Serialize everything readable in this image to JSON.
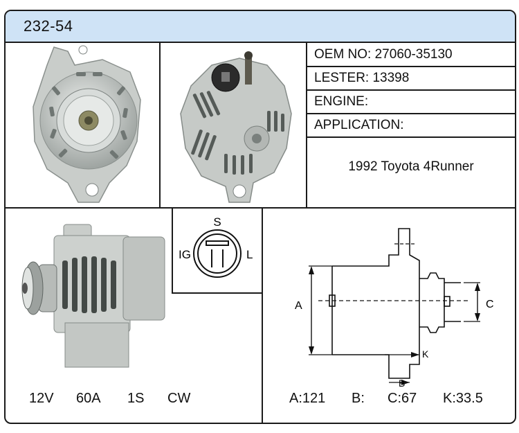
{
  "header": {
    "part_number": "232-54"
  },
  "info": {
    "oem": "OEM NO: 27060-35130",
    "lester": "LESTER: 13398",
    "engine": "ENGINE:",
    "application_label": "APPLICATION:",
    "application_value": "1992 Toyota 4Runner"
  },
  "connector": {
    "top": "S",
    "left": "IG",
    "right": "L"
  },
  "specs": {
    "voltage": "12V",
    "amperage": "60A",
    "plug": "1S",
    "rotation": "CW",
    "a": "A:121",
    "b": "B:",
    "c": "C:67",
    "k": "K:33.5"
  },
  "diagram": {
    "label_a": "A",
    "label_b": "B",
    "label_c": "C",
    "label_k": "K"
  },
  "colors": {
    "title_bar": "#cfe3f6",
    "border": "#1a1a1a",
    "metal": "#c8ccc9"
  },
  "icons": [
    "alternator-front-photo",
    "alternator-rear-photo",
    "alternator-side-photo",
    "connector-plug-diagram",
    "dimension-drawing"
  ]
}
